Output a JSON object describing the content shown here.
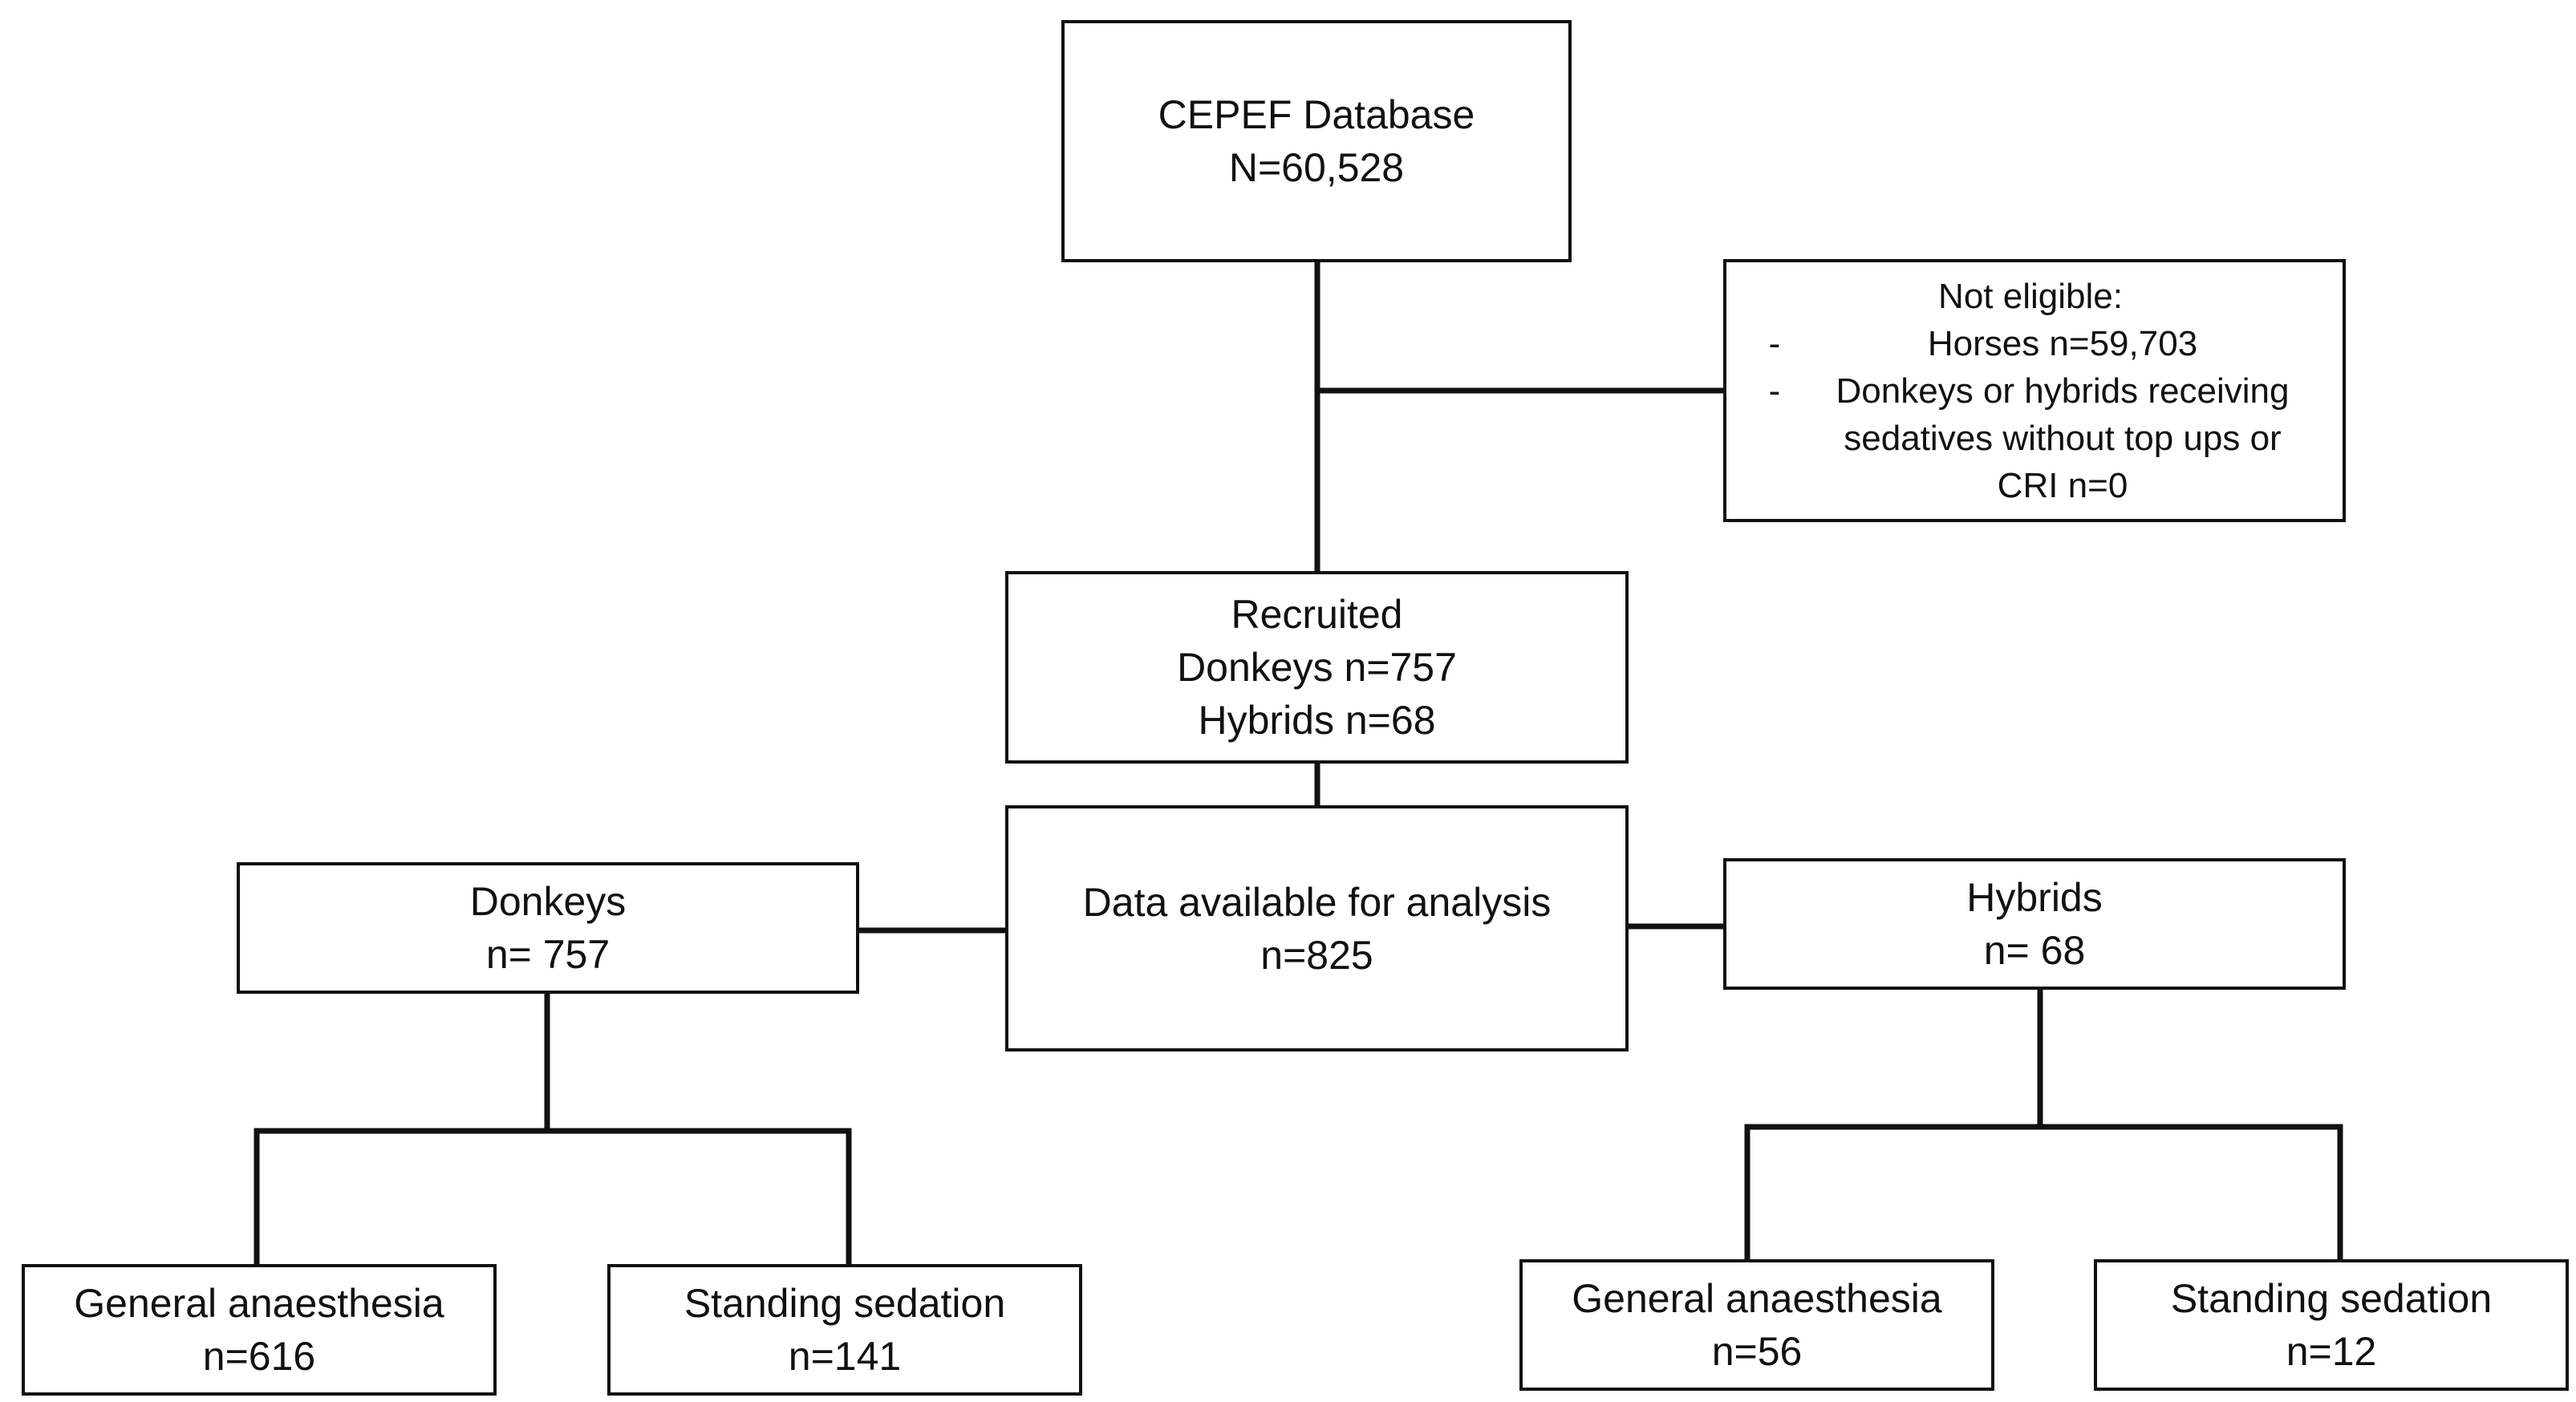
{
  "database": {
    "title": "CEPEF Database",
    "count": "N=60,528"
  },
  "exclusion": {
    "title": "Not eligible:",
    "bullets": [
      {
        "dash": "-",
        "lines": [
          "Horses n=59,703"
        ]
      },
      {
        "dash": "-",
        "lines": [
          "Donkeys or hybrids receiving",
          "sedatives without top ups or",
          "CRI n=0"
        ]
      }
    ]
  },
  "recruited": {
    "title": "Recruited",
    "donkeys": "Donkeys n=757",
    "hybrids": "Hybrids n=68"
  },
  "analysis": {
    "title": "Data available for analysis",
    "count": "n=825"
  },
  "donkeys": {
    "title": "Donkeys",
    "count": "n= 757",
    "general": {
      "title": "General anaesthesia",
      "count": "n=616"
    },
    "standing": {
      "title": "Standing sedation",
      "count": "n=141"
    }
  },
  "hybrids": {
    "title": "Hybrids",
    "count": "n= 68",
    "general": {
      "title": "General anaesthesia",
      "count": "n=56"
    },
    "standing": {
      "title": "Standing sedation",
      "count": "n=12"
    }
  }
}
